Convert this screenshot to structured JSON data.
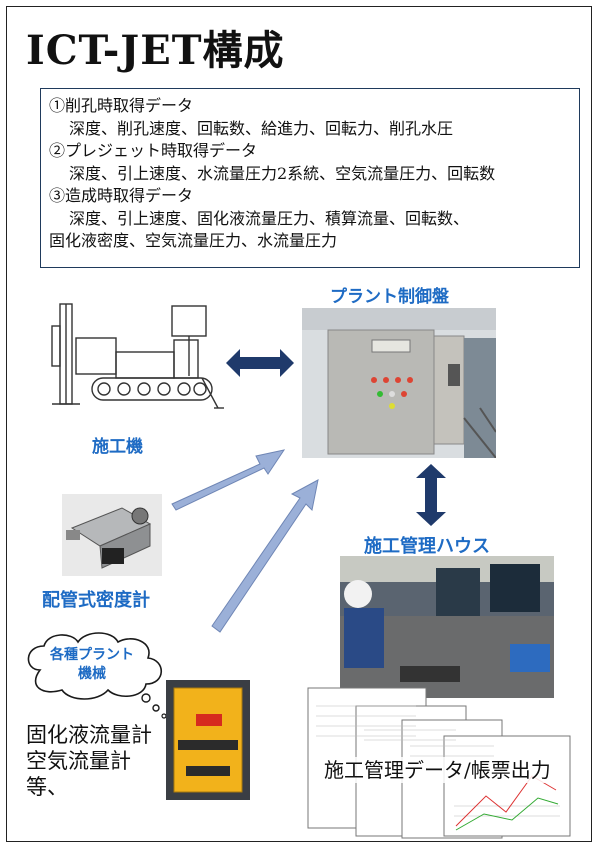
{
  "title": "ICT-JET構成",
  "data_sections": [
    {
      "heading": "①削孔時取得データ",
      "items": "深度、削孔速度、回転数、給進力、回転力、削孔水圧"
    },
    {
      "heading": "②プレジェット時取得データ",
      "items": "深度、引上速度、水流量圧力2系統、空気流量圧力、回転数"
    },
    {
      "heading": "③造成時取得データ",
      "items_line1": "深度、引上速度、固化液流量圧力、積算流量、回転数、",
      "items_line2": "固化液密度、空気流量圧力、水流量圧力"
    }
  ],
  "labels": {
    "plant_panel": "プラント制御盤",
    "machine": "施工機",
    "densitometer": "配管式密度計",
    "house": "施工管理ハウス",
    "cloud": "各種プラント\n機械",
    "flow_line1": "固化液流量計",
    "flow_line2": "空気流量計",
    "flow_line3": "等、",
    "output": "施工管理データ/帳票出力"
  },
  "colors": {
    "blue_label": "#1e6bc4",
    "arrow_dark": "#1f3a6b",
    "arrow_light": "#9bb0d8",
    "box_border": "#1f3a5c"
  }
}
